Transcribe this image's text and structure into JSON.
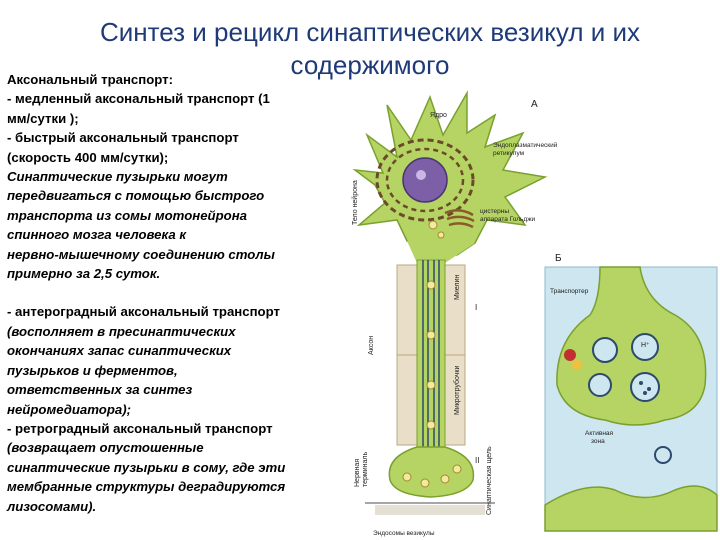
{
  "title": "Синтез и рецикл синаптических везикул и их содержимого",
  "text_lines": [
    {
      "t": "Аксональный транспорт:",
      "italic": false
    },
    {
      "t": "- медленный аксональный транспорт (1",
      "italic": false
    },
    {
      "t": "мм/сутки );",
      "italic": false
    },
    {
      "t": "- быстрый аксональный транспорт",
      "italic": false
    },
    {
      "t": "(скорость 400 мм/сутки);",
      "italic": false
    },
    {
      "t": "Синаптические пузырьки могут",
      "italic": true
    },
    {
      "t": "передвигаться с помощью быстрого",
      "italic": true
    },
    {
      "t": "транспорта из сомы мотонейрона",
      "italic": true
    },
    {
      "t": "спинного мозга человека к",
      "italic": true
    },
    {
      "t": "нервно-мышечному соединению столы",
      "italic": true
    },
    {
      "t": "примерно за 2,5 суток.",
      "italic": true
    },
    {
      "t": "",
      "italic": false
    },
    {
      "t": "- антероградный аксональный  транспорт",
      "italic": false
    },
    {
      "t": "(восполняет в пресинаптических",
      "italic": true
    },
    {
      "t": "окончаниях запас синаптических",
      "italic": true
    },
    {
      "t": "пузырьков и ферментов,",
      "italic": true
    },
    {
      "t": "ответственных за синтез",
      "italic": true
    },
    {
      "t": "нейромедиатора);",
      "italic": true
    },
    {
      "t": "- ретроградный аксональный транспорт",
      "italic": false
    },
    {
      "t": "(возвращает опустошенные",
      "italic": true
    },
    {
      "t": "синаптические пузырьки в сому, где эти",
      "italic": true
    },
    {
      "t": "мембранные структуры деградируются",
      "italic": true
    },
    {
      "t": "лизосомами).",
      "italic": true
    }
  ],
  "figure_labels": {
    "panel_a": "А",
    "panel_b": "Б",
    "nucleus": "Ядро",
    "er_1": "Эндоплазматический",
    "er_2": "ретикулум",
    "golgi_1": "цистерны",
    "golgi_2": "аппарата Гольджи",
    "soma": "Тело нейрона",
    "myelin": "Миелин",
    "axon": "Аксон",
    "microtubules": "Микротрубочки",
    "roman_1": "I",
    "roman_2": "II",
    "terminal_1": "Нервная",
    "terminal_2": "терминаль",
    "synaptic_cleft": "Синаптическая щель",
    "endosome": "Эндосомы везикулы",
    "transporter": "Транспортер",
    "h_plus": "H⁺",
    "active_1": "Активная",
    "active_2": "зона"
  },
  "colors": {
    "title": "#1f3a78",
    "neuron": "#b5d463",
    "neuron_dark": "#7aa02e",
    "myelin": "#e9dfc8",
    "nucleus": "#7d5fa8",
    "vesicle": "#f3e9a0",
    "synapse_bg": "#cde6ef",
    "cleft": "#eaf3f7"
  }
}
